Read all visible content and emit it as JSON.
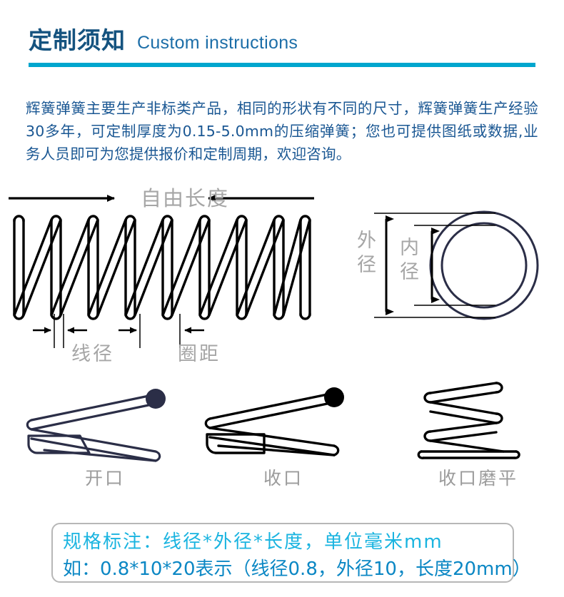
{
  "header": {
    "title_cn": "定制须知",
    "title_en": "Custom instructions",
    "rule_color": "#00a6ce",
    "title_color": "#15537f"
  },
  "intro": {
    "text": "辉簧弹簧主要生产非标类产品，相同的形状有不同的尺寸，辉簧弹簧生产经验30多年，可定制厚度为0.15-5.0mm的压缩弹簧；您也可提供图纸或数据,业务人员即可为您提供报价和定制周期，欢迎咨询。",
    "color": "#1a5793"
  },
  "spring_diagram": {
    "free_length_label": "自由长度",
    "wire_diameter_label": "线径",
    "pitch_label": "圈距",
    "label_color": "#a6a6a6",
    "line_color": "#000000"
  },
  "ring_diagram": {
    "outer_diameter_label": "外径",
    "inner_diameter_label": "内径",
    "label_color": "#a6a6a6",
    "ring_color": "#2b2e47"
  },
  "end_types": [
    {
      "name": "open-end",
      "label": "开口",
      "art_color": "#2b2e47"
    },
    {
      "name": "closed-end",
      "label": "收口",
      "art_color": "#000000"
    },
    {
      "name": "closed-ground-end",
      "label": "收口磨平",
      "art_color": "#000000"
    }
  ],
  "spec_note": {
    "line1": "规格标注：线径*外径*长度，单位毫米mm",
    "line2": "如：0.8*10*20表示（线径0.8，外径10，长度20mm）",
    "line1_color": "#1ab4e0",
    "line2_color": "#0b87c4",
    "border_color": "#b7b7b7"
  }
}
